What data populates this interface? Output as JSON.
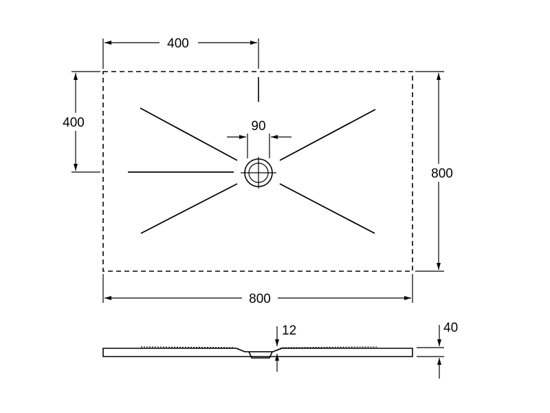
{
  "dimensions": {
    "top_half_width": "400",
    "left_half_depth": "400",
    "drain_diameter": "90",
    "right_depth": "800",
    "bottom_width": "800",
    "slope_drop": "12",
    "tray_thickness": "40"
  }
}
